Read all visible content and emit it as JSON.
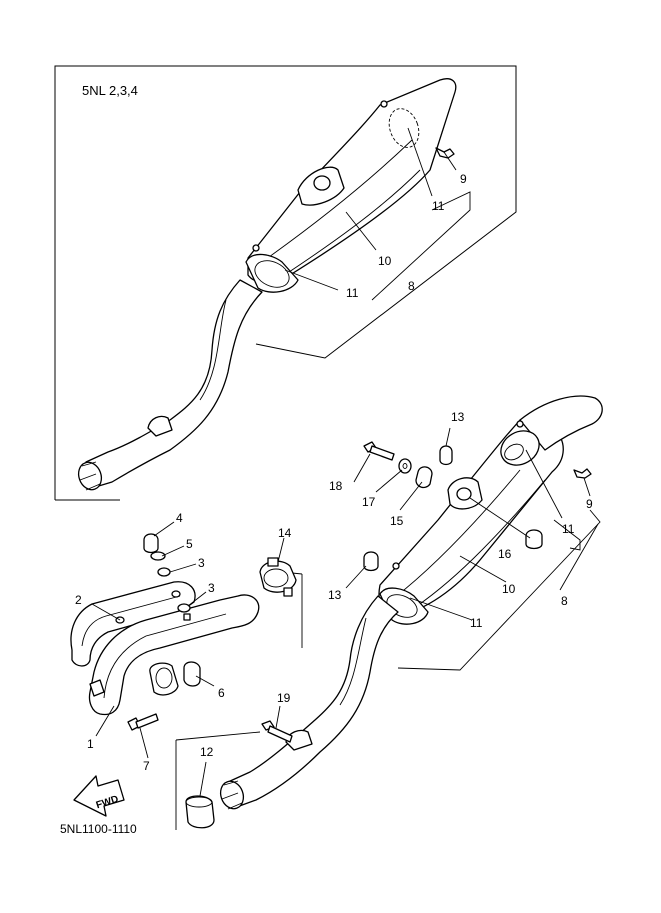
{
  "inset_title": "5NL 2,3,4",
  "diagram_code": "5NL1100-1110",
  "fwd_label": "FWD",
  "callouts": {
    "inset": [
      {
        "id": "i9",
        "text": "9"
      },
      {
        "id": "i11a",
        "text": "11"
      },
      {
        "id": "i10",
        "text": "10"
      },
      {
        "id": "i8",
        "text": "8"
      },
      {
        "id": "i11b",
        "text": "11"
      }
    ],
    "main": [
      {
        "id": "m13a",
        "text": "13"
      },
      {
        "id": "m18",
        "text": "18"
      },
      {
        "id": "m17",
        "text": "17"
      },
      {
        "id": "m15",
        "text": "15"
      },
      {
        "id": "m9",
        "text": "9"
      },
      {
        "id": "m11a",
        "text": "11"
      },
      {
        "id": "m16",
        "text": "16"
      },
      {
        "id": "m13b",
        "text": "13"
      },
      {
        "id": "m10",
        "text": "10"
      },
      {
        "id": "m8",
        "text": "8"
      },
      {
        "id": "m11b",
        "text": "11"
      },
      {
        "id": "m4",
        "text": "4"
      },
      {
        "id": "m5",
        "text": "5"
      },
      {
        "id": "m3a",
        "text": "3"
      },
      {
        "id": "m3b",
        "text": "3"
      },
      {
        "id": "m2",
        "text": "2"
      },
      {
        "id": "m14",
        "text": "14"
      },
      {
        "id": "m6",
        "text": "6"
      },
      {
        "id": "m1",
        "text": "1"
      },
      {
        "id": "m7",
        "text": "7"
      },
      {
        "id": "m19",
        "text": "19"
      },
      {
        "id": "m12",
        "text": "12"
      }
    ]
  }
}
